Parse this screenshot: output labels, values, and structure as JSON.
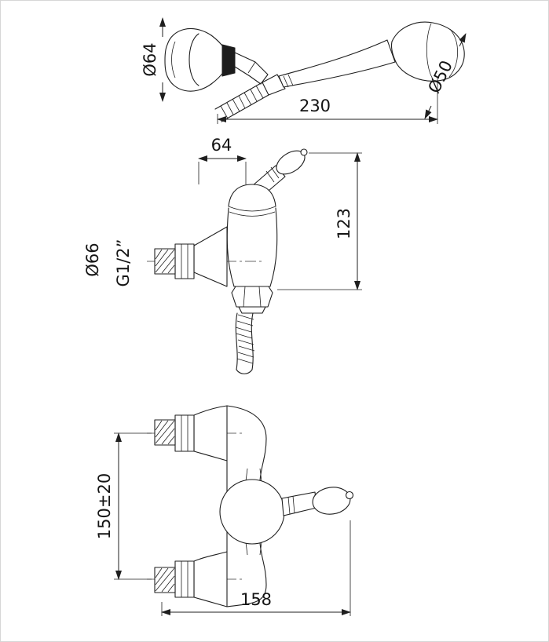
{
  "drawing": {
    "type": "technical-dimension-drawing",
    "subject": "shower mixer with hand shower",
    "line_color": "#1f1f1f",
    "background": "#ffffff"
  },
  "views": {
    "handshower": {
      "label": "hand-shower-top-view",
      "dims": {
        "cone_diameter": "Ø64",
        "head_diameter": "Ø50",
        "length": "230"
      }
    },
    "mixer_side": {
      "label": "mixer-side-view",
      "dims": {
        "top_width": "64",
        "height": "123",
        "flange_diameter": "Ø66",
        "thread": "G1/2”"
      }
    },
    "mixer_front": {
      "label": "mixer-front-view",
      "dims": {
        "mount_distance": "150±20",
        "overall_width": "158"
      }
    }
  }
}
